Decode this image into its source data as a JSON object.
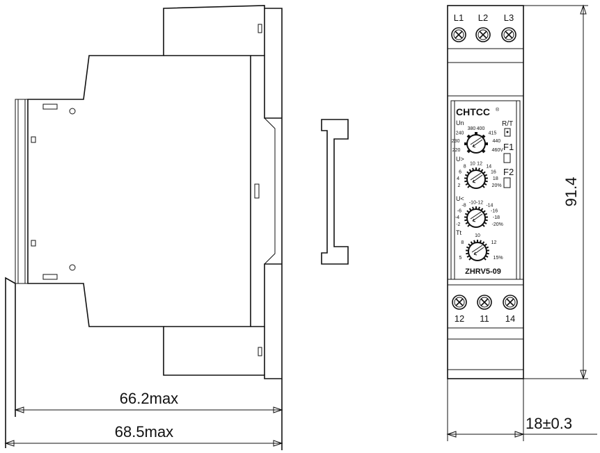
{
  "dimensions": {
    "depth_body": "66.2max",
    "depth_total": "68.5max",
    "height": "91.4",
    "width": "18±0.3"
  },
  "terminals": {
    "top": [
      "L1",
      "L2",
      "L3"
    ],
    "bottom": [
      "12",
      "11",
      "14"
    ]
  },
  "panel": {
    "brand": "CHTCC",
    "registered": "®",
    "model": "ZHRV5-09",
    "indicators": [
      "R/T",
      "F1",
      "F2"
    ],
    "knobs": [
      {
        "label": "Un",
        "scale": [
          "240",
          "380",
          "400",
          "415",
          "230",
          "440",
          "220",
          "460V"
        ]
      },
      {
        "label": "U>",
        "scale": [
          "8",
          "10",
          "12",
          "14",
          "6",
          "16",
          "4",
          "18",
          "2",
          "20%"
        ]
      },
      {
        "label": "U<",
        "scale": [
          "-8",
          "-10",
          "-12",
          "-14",
          "-6",
          "-16",
          "-4",
          "-18",
          "-2",
          "-20%"
        ]
      },
      {
        "label": "Tt",
        "scale": [
          "8",
          "10",
          "12",
          "5",
          "15%"
        ]
      }
    ]
  }
}
